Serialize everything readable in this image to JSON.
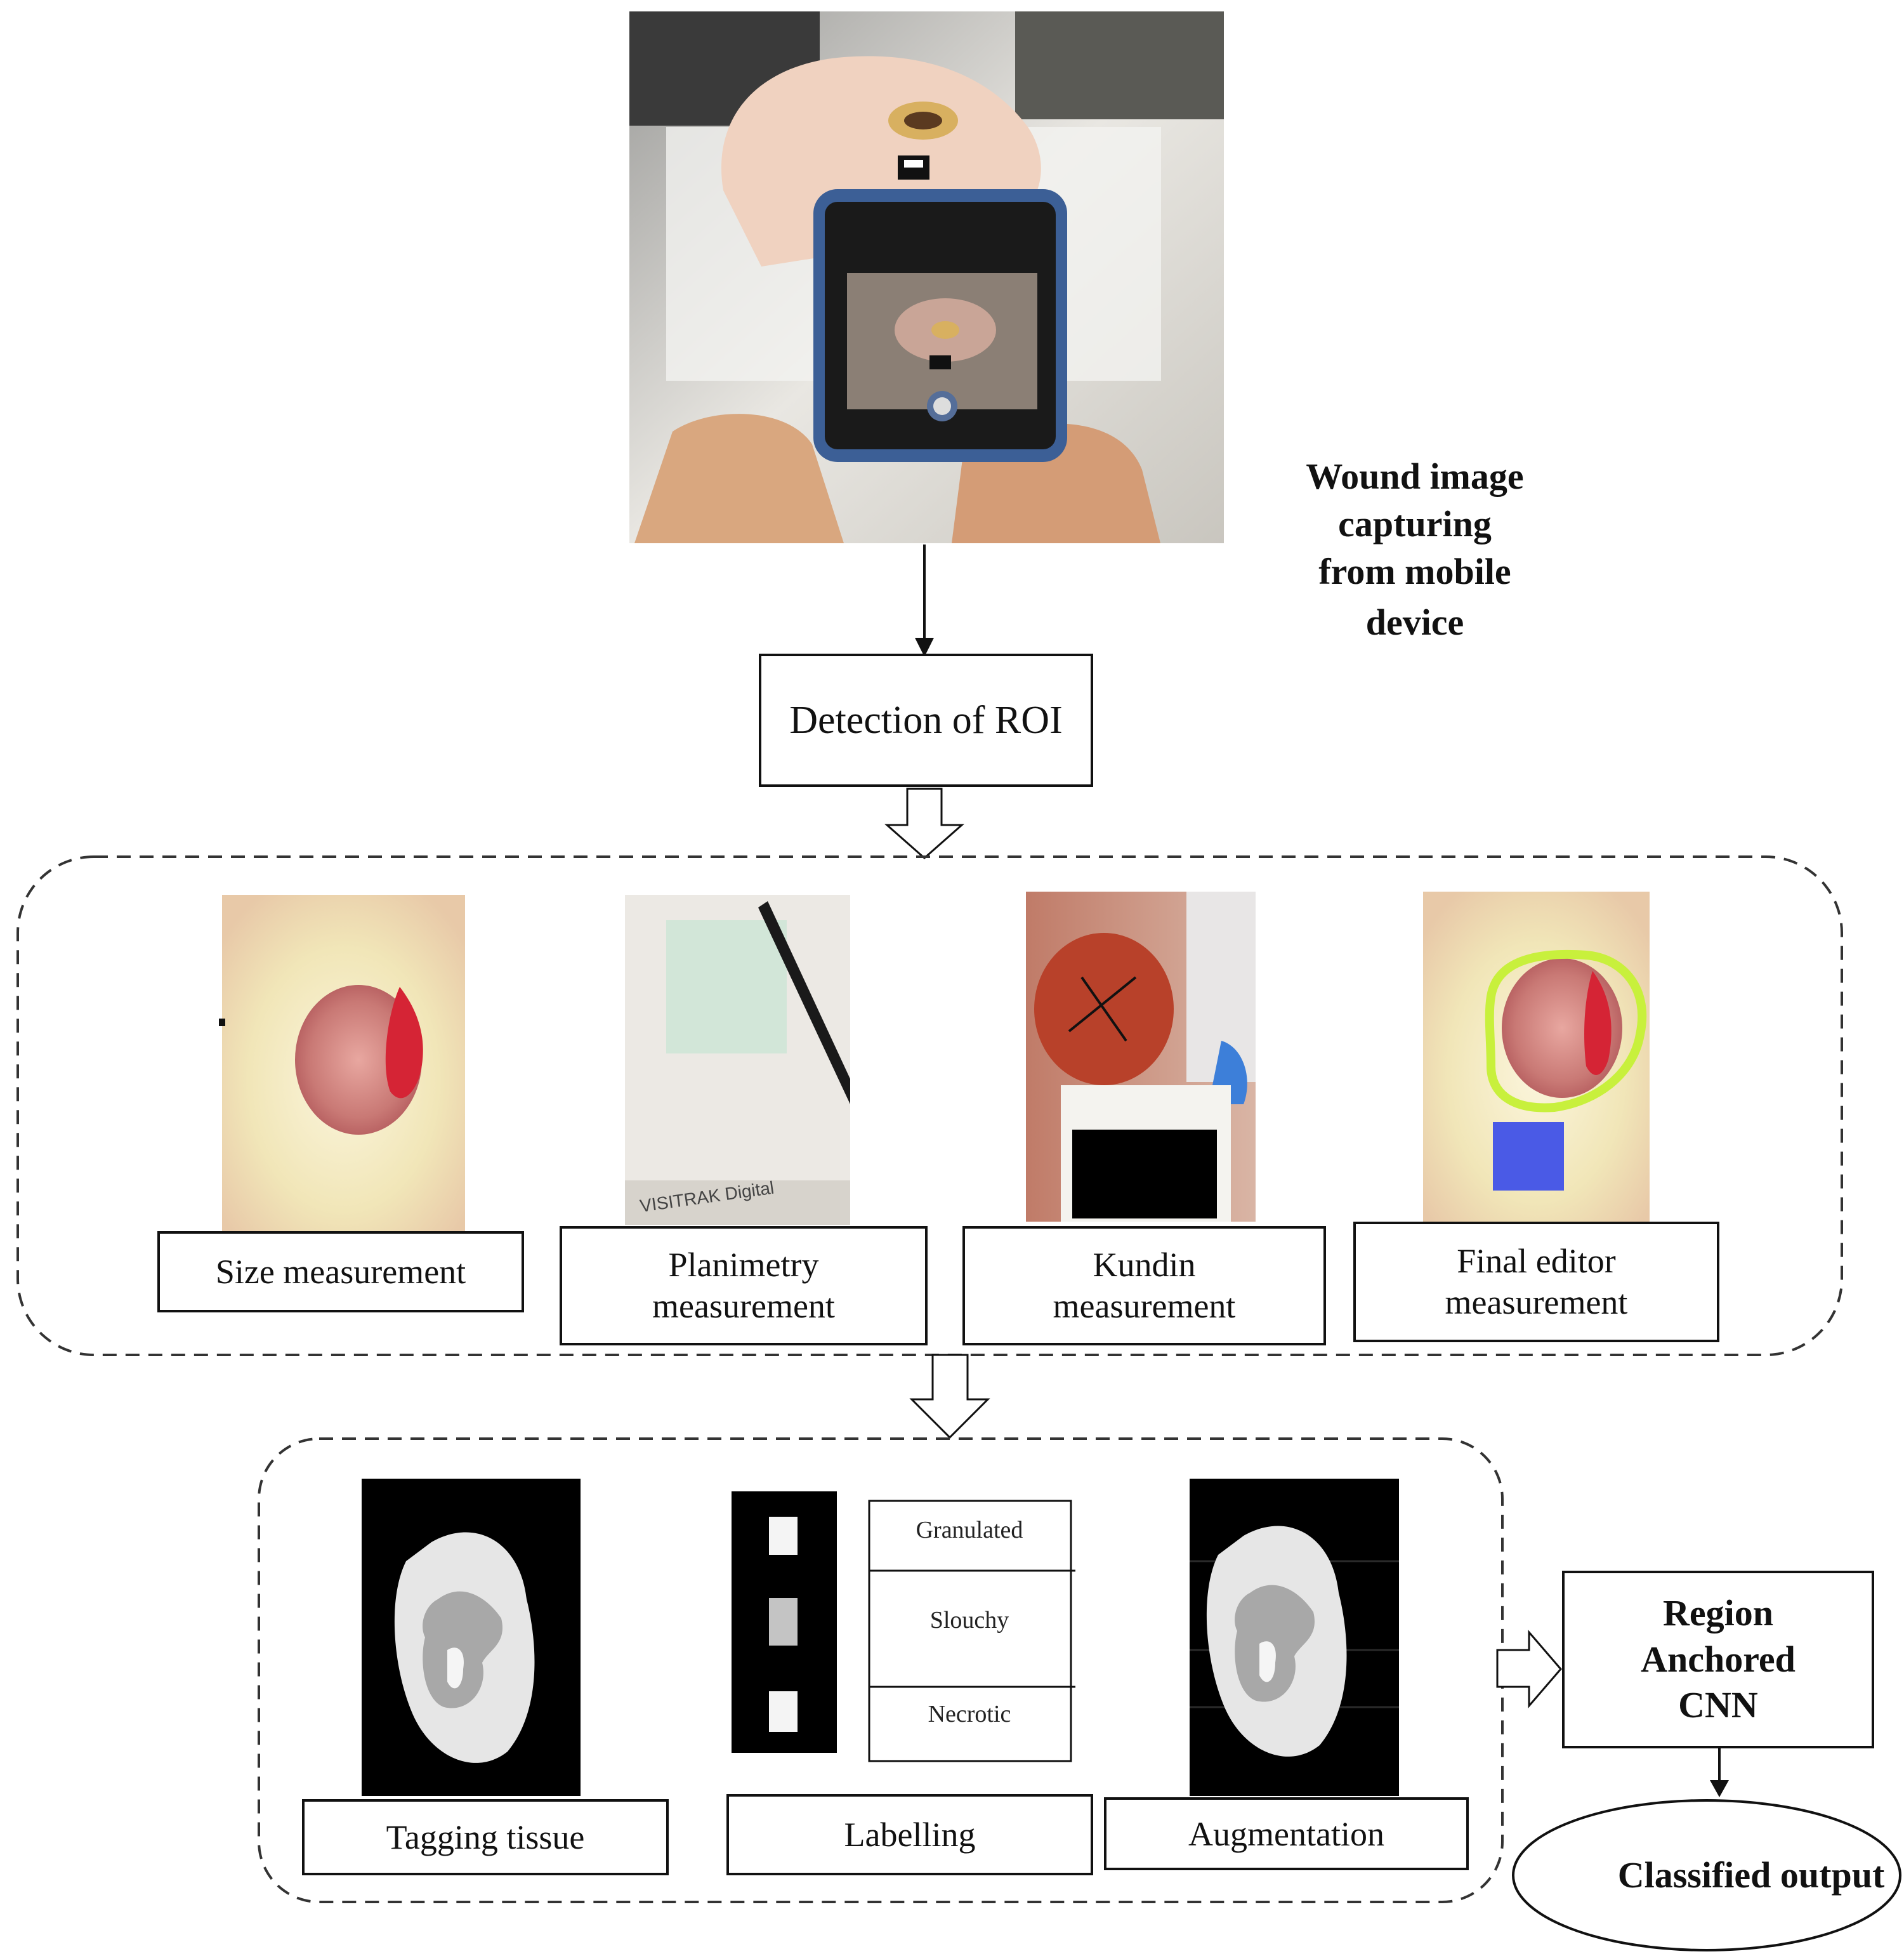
{
  "capture": {
    "caption": "Wound image capturing from mobile device"
  },
  "roi": {
    "label": "Detection of ROI"
  },
  "measurements": [
    {
      "label": "Size measurement"
    },
    {
      "label": "Planimetry measurement"
    },
    {
      "label": "Kundin measurement"
    },
    {
      "label": "Final editor measurement"
    }
  ],
  "processing": {
    "tagging": "Tagging tissue",
    "labelling": "Labelling",
    "augmentation": "Augmentation",
    "tissue_classes": [
      "Granulated",
      "Slouchy",
      "Necrotic"
    ]
  },
  "model": {
    "label": "Region Anchored CNN"
  },
  "output": {
    "label": "Classified output"
  },
  "colors": {
    "wound_red": "#c8323c",
    "outline_green": "#c8f03c",
    "marker_blue": "#4a5ae6",
    "mask_gray": "#a8a8a8",
    "mask_light": "#e6e6e6"
  }
}
